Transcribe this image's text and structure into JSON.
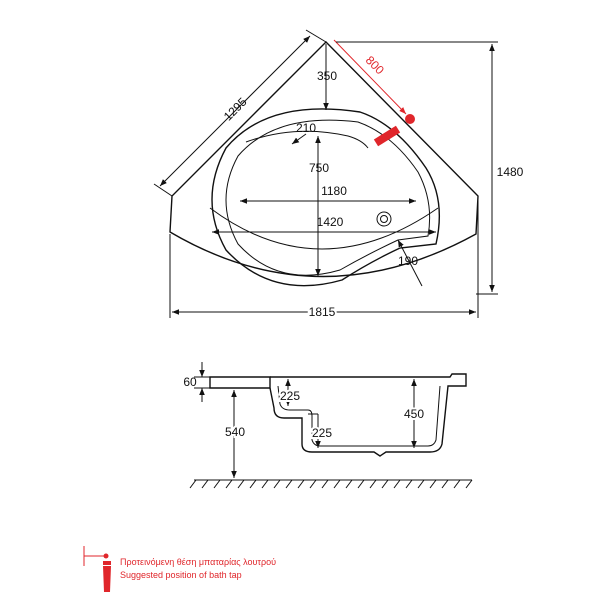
{
  "colors": {
    "line": "#111111",
    "accent": "#e0262b"
  },
  "plan_dimensions": {
    "diagonal_side": "1295",
    "tap_offset": "800",
    "seat_depth": "350",
    "seat_radius": "210",
    "basin_depth": "750",
    "inner_width": "1180",
    "inner_length": "1420",
    "end_radius": "190",
    "overall_depth": "1480",
    "overall_width": "1815"
  },
  "section_dimensions": {
    "rim_thickness": "60",
    "height_to_floor": "540",
    "seat_step": "225",
    "seat_step_lower": "225",
    "tub_depth": "450"
  },
  "legend": {
    "icon": "bath-tap-icon",
    "greek": "Προτεινόμενη θέση μπαταρίας λουτρού",
    "english": "Suggested position of bath tap"
  }
}
